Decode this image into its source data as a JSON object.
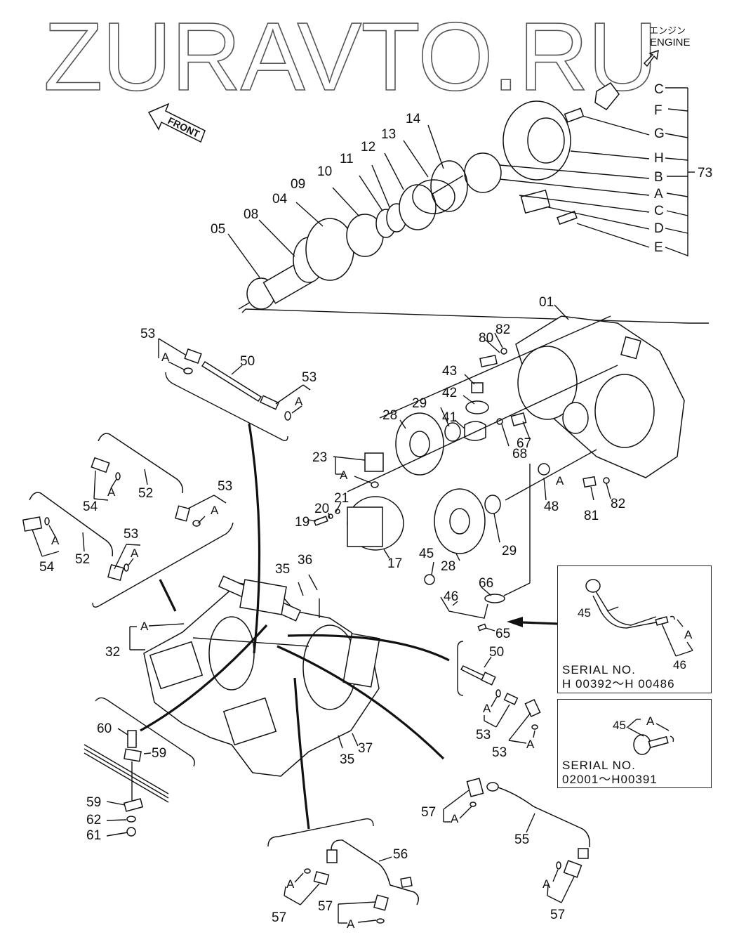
{
  "watermark": "ZURAVTO.RU",
  "orientation": {
    "front_label": "FRONT",
    "engine_label_jp": "エンジン",
    "engine_label": "ENGINE"
  },
  "group_73": {
    "number": "73",
    "letters": [
      "C",
      "F",
      "G",
      "H",
      "B",
      "A",
      "C",
      "D",
      "E"
    ]
  },
  "shaft_parts": [
    "05",
    "08",
    "04",
    "09",
    "10",
    "11",
    "12",
    "13",
    "14"
  ],
  "housing_parts": [
    "01",
    "80",
    "82",
    "43",
    "42",
    "41",
    "29",
    "28",
    "67",
    "68",
    "48",
    "81",
    "82",
    "23",
    "21",
    "20",
    "19",
    "17",
    "28",
    "29",
    "45",
    "46",
    "66",
    "65"
  ],
  "pipe_parts_top": [
    "53",
    "50",
    "53"
  ],
  "pipe_parts_left": [
    "52",
    "54",
    "53",
    "52",
    "54",
    "53"
  ],
  "pump_parts": [
    "32",
    "35",
    "36",
    "35",
    "37"
  ],
  "clamp_parts": [
    "60",
    "59",
    "59",
    "62",
    "61"
  ],
  "bottom_parts": [
    "56",
    "57",
    "57",
    "55",
    "57",
    "57"
  ],
  "right_pipe": [
    "50",
    "53",
    "53"
  ],
  "sub_label": "A",
  "insets": [
    {
      "parts": [
        "45",
        "46"
      ],
      "serial_label": "SERIAL   NO.",
      "serial_range": "H 00392～H 00486"
    },
    {
      "parts": [
        "45"
      ],
      "serial_label": "SERIAL   NO.",
      "serial_range": "02001～H00391"
    }
  ]
}
